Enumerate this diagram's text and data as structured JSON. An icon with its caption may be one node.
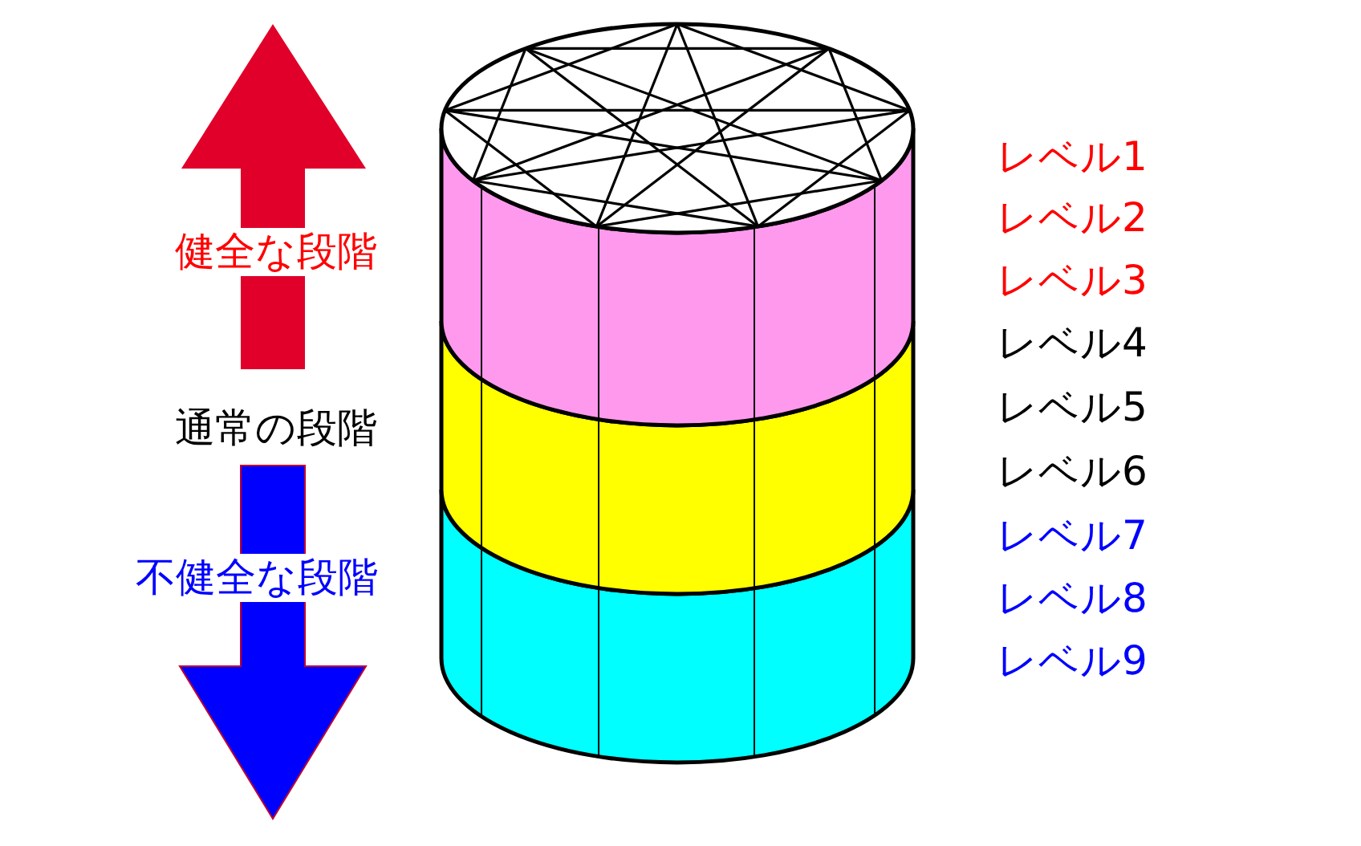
{
  "diagram": {
    "labels": [
      "健全な段階",
      "通常の段階",
      "不健全な段階",
      "レベル1",
      "レベル2",
      "レベル3",
      "レベル4",
      "レベル5",
      "レベル6",
      "レベル7",
      "レベル8",
      "レベル9"
    ]
  }
}
